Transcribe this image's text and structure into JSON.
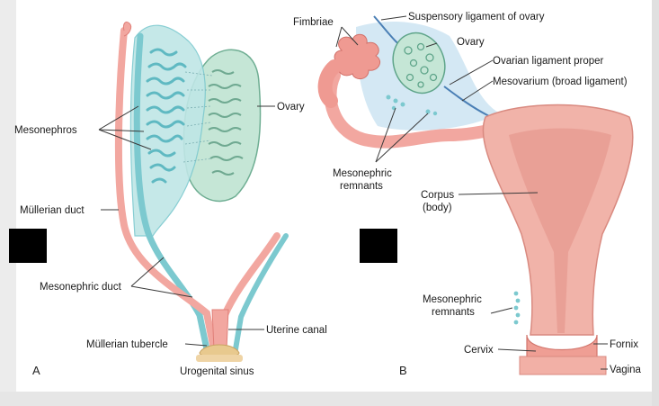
{
  "panel_a": {
    "letter": "A",
    "labels": {
      "mesonephros": "Mesonephros",
      "ovary": "Ovary",
      "mullerian_duct": "Müllerian duct",
      "mesonephric_duct": "Mesonephric duct",
      "uterine_canal": "Uterine canal",
      "mullerian_tubercle": "Müllerian tubercle",
      "urogenital_sinus": "Urogenital sinus"
    }
  },
  "panel_b": {
    "letter": "B",
    "labels": {
      "fimbriae": "Fimbriae",
      "suspensory_ligament": "Suspensory ligament of ovary",
      "ovary": "Ovary",
      "ovarian_ligament": "Ovarian ligament proper",
      "mesovarium": "Mesovarium (broad ligament)",
      "mesonephric_remnants_top_1": "Mesonephric",
      "mesonephric_remnants_top_2": "remnants",
      "corpus_1": "Corpus",
      "corpus_2": "(body)",
      "mesonephric_remnants_mid_1": "Mesonephric",
      "mesonephric_remnants_mid_2": "remnants",
      "cervix": "Cervix",
      "fornix": "Fornix",
      "vagina": "Vagina"
    }
  },
  "colors": {
    "duct_pink": "#f2a7a0",
    "duct_pink_dark": "#e07f78",
    "mesonephric_teal": "#7cc9cf",
    "mesonephros_fill": "#bfe6e6",
    "ovary_green": "#c5e6d6",
    "uterus_fill": "#f1b3a9",
    "uterus_inner": "#e79b91",
    "broad_ligament_blue": "#cfe6f3",
    "tubercle_tan": "#e8c98e"
  }
}
